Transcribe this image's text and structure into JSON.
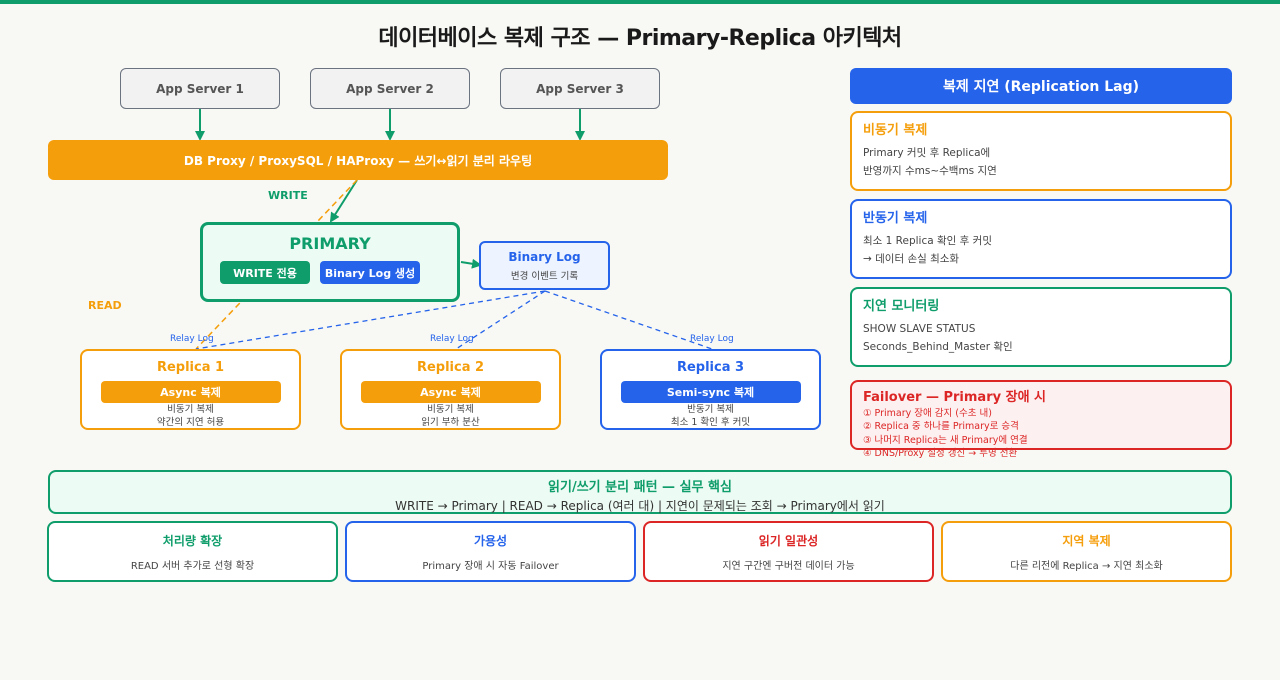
{
  "title": "데이터베이스 복제 구조 — Primary-Replica 아키텍처",
  "app_servers": [
    "App Server 1",
    "App Server 2",
    "App Server 3"
  ],
  "proxy_label": "DB Proxy / ProxySQL / HAProxy — 쓰기↔읽기 분리 라우팅",
  "write_label": "WRITE",
  "read_label": "READ",
  "primary": {
    "title": "PRIMARY",
    "badge_write": "WRITE 전용",
    "badge_binlog": "Binary Log 생성"
  },
  "binlog": {
    "title": "Binary Log",
    "subtitle": "변경 이벤트 기록"
  },
  "relay_label": "Relay Log",
  "replicas": [
    {
      "title": "Replica 1",
      "badge": "Async 복제",
      "line1": "비동기 복제",
      "line2": "약간의 지연 허용"
    },
    {
      "title": "Replica 2",
      "badge": "Async 복제",
      "line1": "비동기 복제",
      "line2": "읽기 부하 분산"
    },
    {
      "title": "Replica 3",
      "badge": "Semi-sync 복제",
      "line1": "반동기 복제",
      "line2": "최소 1 확인 후 커밋"
    }
  ],
  "panel": {
    "header": "복제 지연 (Replication Lag)",
    "cards": [
      {
        "title": "비동기 복제",
        "line1": "Primary 커밋 후 Replica에",
        "line2": "반영까지 수ms~수백ms 지연"
      },
      {
        "title": "반동기 복제",
        "line1": "최소 1 Replica 확인 후 커밋",
        "line2": "→ 데이터 손실 최소화"
      },
      {
        "title": "지연 모니터링",
        "line1": "SHOW SLAVE STATUS",
        "line2": "Seconds_Behind_Master 확인"
      }
    ],
    "failover": {
      "title": "Failover — Primary 장애 시",
      "steps": [
        "① Primary 장애 감지 (수초 내)",
        "② Replica 중 하나를 Primary로 승격",
        "③ 나머지 Replica는 새 Primary에 연결",
        "④ DNS/Proxy 설정 갱신 → 투명 전환"
      ]
    }
  },
  "pattern": {
    "title": "읽기/쓰기 분리 패턴 — 실무 핵심",
    "subtitle": "WRITE → Primary | READ → Replica (여러 대) | 지연이 문제되는 조회 → Primary에서 읽기"
  },
  "benefits": [
    {
      "title": "처리량 확장",
      "desc": "READ 서버 추가로 선형 확장"
    },
    {
      "title": "가용성",
      "desc": "Primary 장애 시 자동 Failover"
    },
    {
      "title": "읽기 일관성",
      "desc": "지연 구간엔 구버전 데이터 가능"
    },
    {
      "title": "지역 복제",
      "desc": "다른 리전에 Replica → 지연 최소화"
    }
  ],
  "colors": {
    "green": "#0f9d6b",
    "orange": "#f59e0b",
    "blue": "#2563eb",
    "red": "#dc2626",
    "gray": "#6b7280"
  }
}
